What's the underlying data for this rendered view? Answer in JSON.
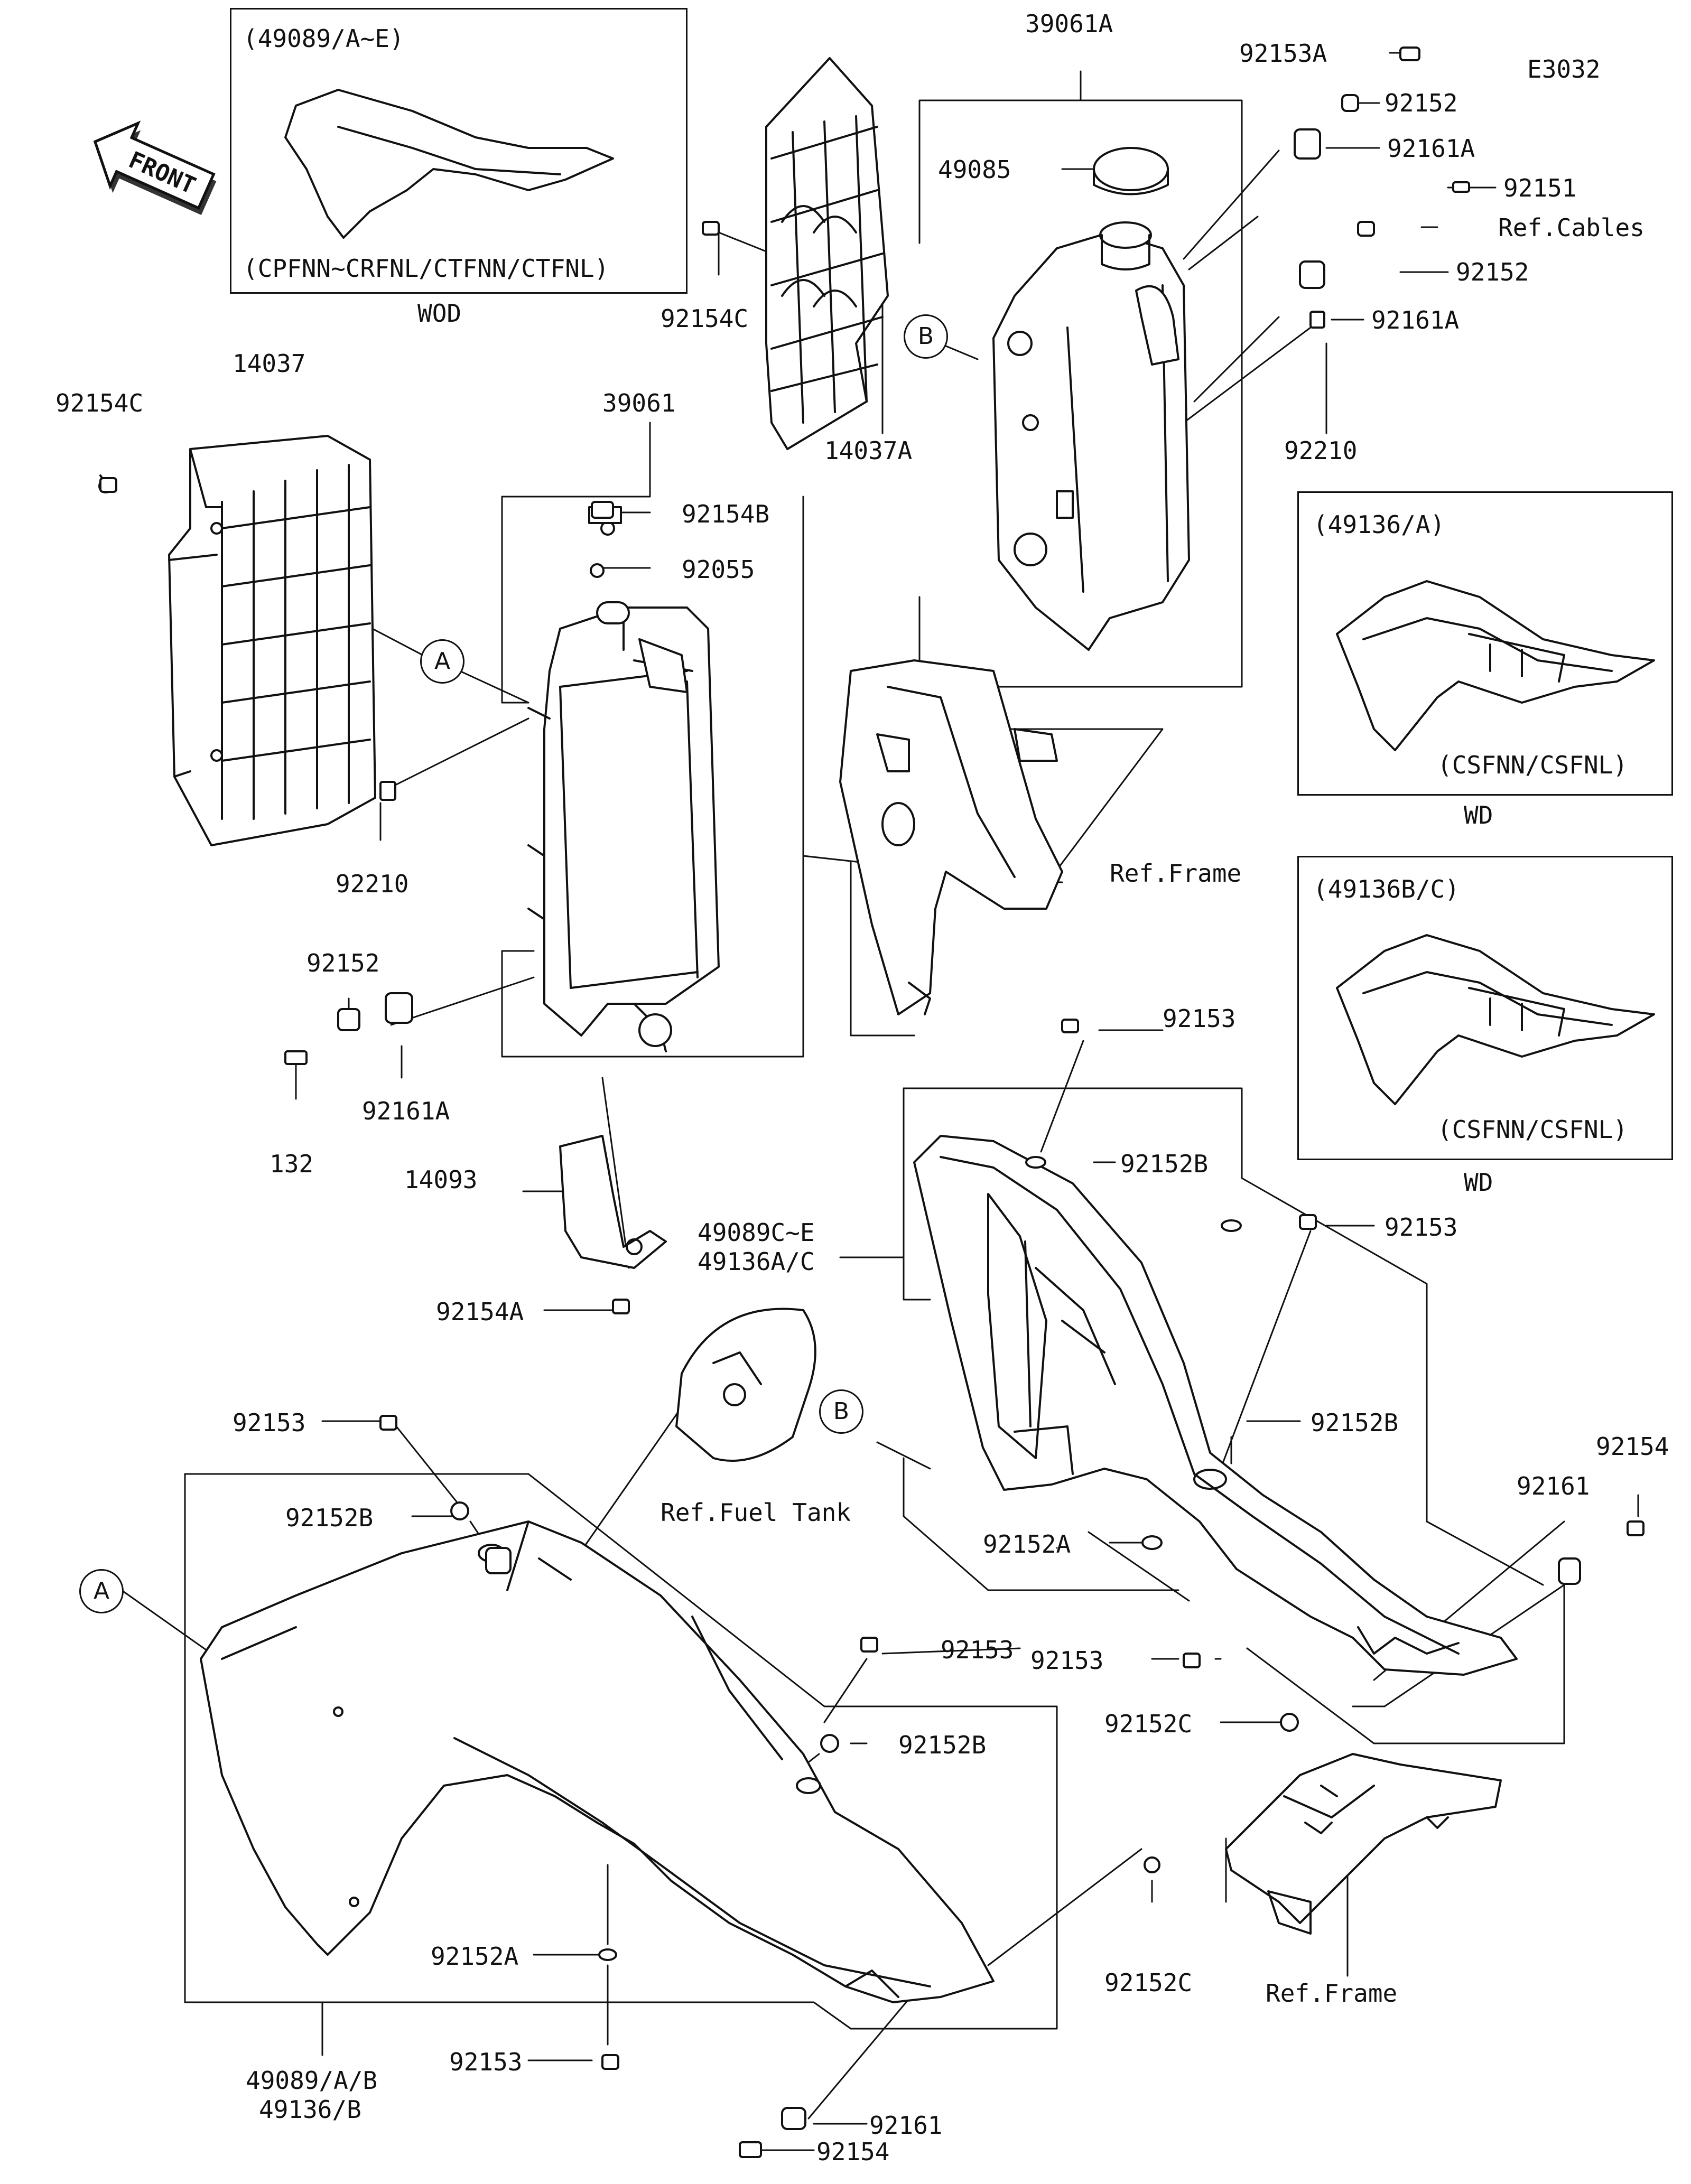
{
  "diagram_code": "E3032",
  "front_label": "FRONT",
  "labels": {
    "p49089_ae": "(49089/A~E)",
    "cp_models": "(CPFNN~CRFNL/CTFNN/CTFNL)",
    "wod": "WOD",
    "p39061A": "39061A",
    "p92153A": "92153A",
    "p92152_top": "92152",
    "p92161A_top": "92161A",
    "p92151": "92151",
    "ref_cables": "Ref.Cables",
    "p92152_mid": "92152",
    "p92161A_mid": "92161A",
    "p49085": "49085",
    "p92154C_top": "92154C",
    "p14037A": "14037A",
    "p92210_right": "92210",
    "p14037": "14037",
    "p92154C_left": "92154C",
    "p39061": "39061",
    "p92154B": "92154B",
    "p92055": "92055",
    "p92210_left": "92210",
    "p92152_left": "92152",
    "p132": "132",
    "p92161A_left": "92161A",
    "p14093": "14093",
    "p92154A": "92154A",
    "ref_frame_top": "Ref.Frame",
    "p49136A": "(49136/A)",
    "csfnn_1": "(CSFNN/CSFNL)",
    "wd_1": "WD",
    "p49136BC": "(49136B/C)",
    "csfnn_2": "(CSFNN/CSFNL)",
    "wd_2": "WD",
    "p92153_a": "92153",
    "p92152B_a": "92152B",
    "p49089CE": "49089C~E",
    "p49136AC": "49136A/C",
    "p92153_b": "92153",
    "p92152B_b": "92152B",
    "p92154_right": "92154",
    "p92161_right": "92161",
    "p92152A_mid": "92152A",
    "p92153_c": "92153",
    "p92152C_mid": "92152C",
    "ref_fuel_tank": "Ref.Fuel Tank",
    "p92153_left": "92153",
    "p92152B_left": "92152B",
    "p92153_d": "92153",
    "p92152B_d": "92152B",
    "p92152A_low": "92152A",
    "p92153_low": "92153",
    "p92152C_low": "92152C",
    "ref_frame_low": "Ref.Frame",
    "p49089AB": "49089/A/B",
    "p49136B": "49136/B",
    "p92161_bottom": "92161",
    "p92154_bottom": "92154",
    "marker_a": "A",
    "marker_b": "B"
  }
}
